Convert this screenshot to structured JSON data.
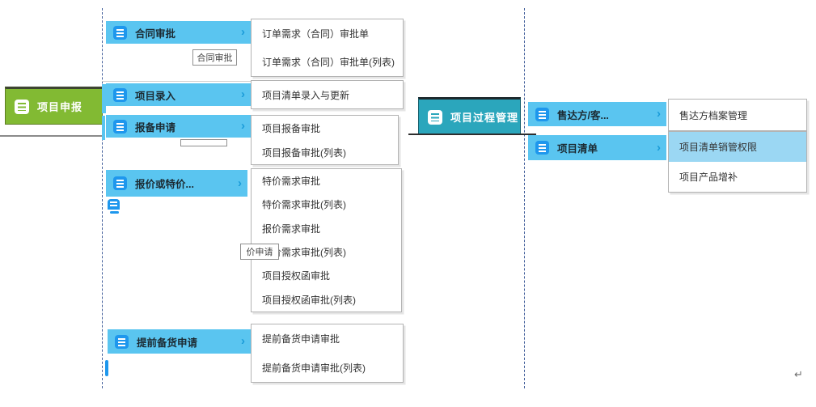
{
  "colors": {
    "cyan": "#5ac5f0",
    "highlight": "#9bd7f3",
    "icon_blue": "#1e97ed",
    "green": "#82ba33",
    "teal": "#2ba6bc",
    "dash_line": "#44609c"
  },
  "icons": {
    "menu_item": "document-lines-icon",
    "chevron": "›",
    "return_mark": "↵"
  },
  "groups": [
    {
      "root": "项目申报",
      "menus": [
        "合同审批",
        "项目录入",
        "报备申请",
        "报价或特价...",
        "提前备货申请"
      ],
      "tooltip": "合同审批",
      "partial_tooltip": "价申请",
      "submenus": [
        [
          "订单需求（合同）审批单",
          "订单需求（合同）审批单(列表)"
        ],
        [
          "项目清单录入与更新"
        ],
        [
          "项目报备审批",
          "项目报备审批(列表)"
        ],
        [
          "特价需求审批",
          "特价需求审批(列表)",
          "报价需求审批",
          "报价需求审批(列表)",
          "项目授权函审批",
          "项目授权函审批(列表)"
        ],
        [
          "提前备货申请审批",
          "提前备货申请审批(列表)"
        ]
      ]
    },
    {
      "root": "项目过程管理",
      "menus": [
        "售达方/客...",
        "项目清单"
      ],
      "submenus": [
        [
          "售达方档案管理"
        ],
        [
          "项目清单销管权限",
          "项目产品增补"
        ]
      ],
      "highlighted": "项目清单销管权限"
    }
  ]
}
